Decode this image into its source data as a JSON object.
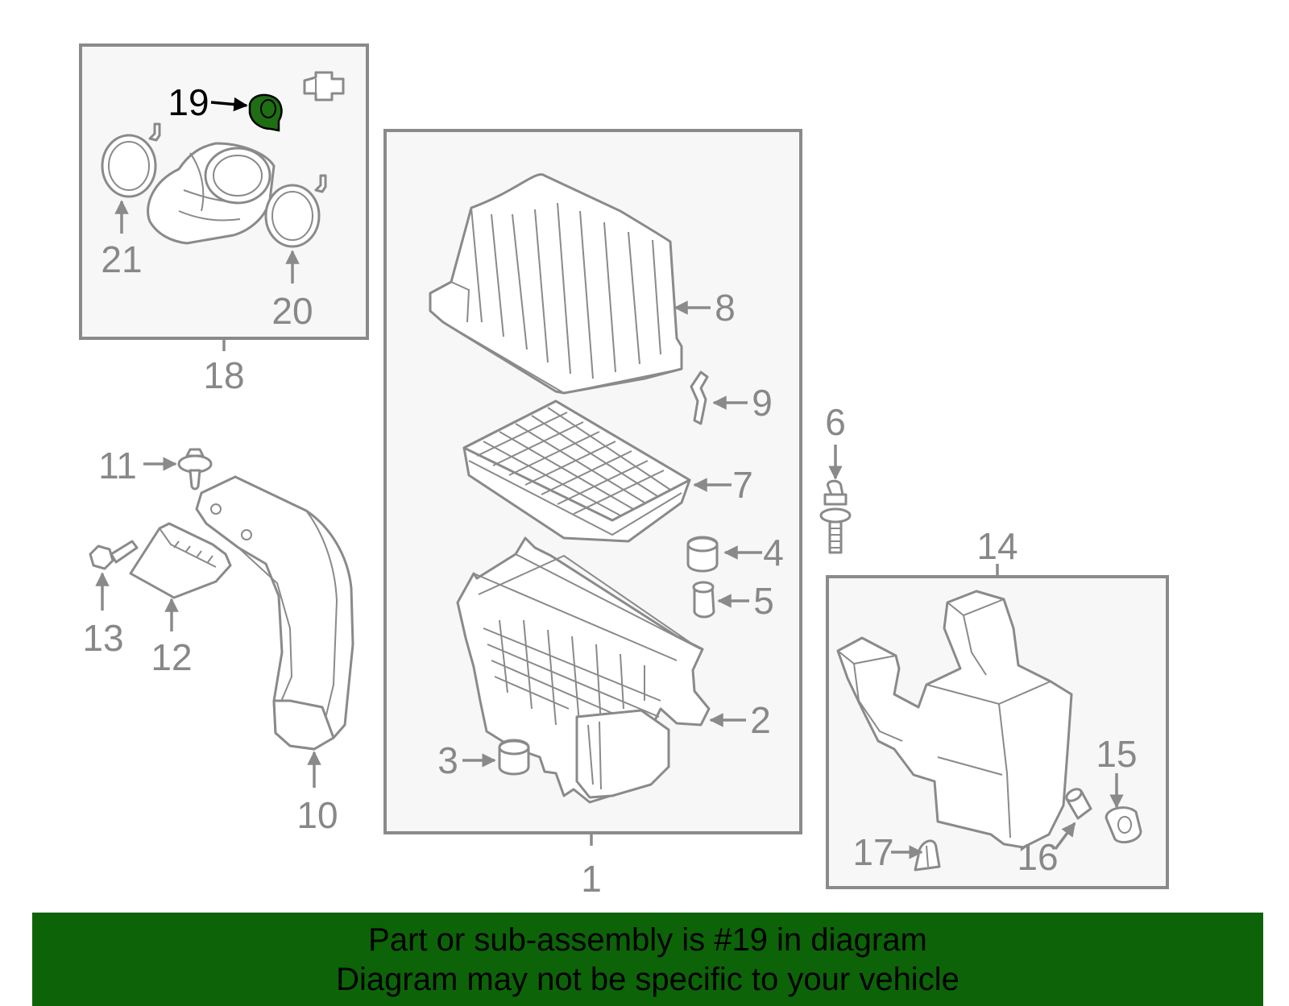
{
  "diagram": {
    "highlighted_part": "19",
    "highlight_color": "#1f6d14",
    "callouts": {
      "p1": "1",
      "p2": "2",
      "p3": "3",
      "p4": "4",
      "p5": "5",
      "p6": "6",
      "p7": "7",
      "p8": "8",
      "p9": "9",
      "p10": "10",
      "p11": "11",
      "p12": "12",
      "p13": "13",
      "p14": "14",
      "p15": "15",
      "p16": "16",
      "p17": "17",
      "p18": "18",
      "p19": "19",
      "p20": "20",
      "p21": "21"
    }
  },
  "footer": {
    "line1": "Part or sub-assembly is #19 in diagram",
    "line2": "Diagram may not be specific to your vehicle",
    "background": "#0d6308"
  }
}
